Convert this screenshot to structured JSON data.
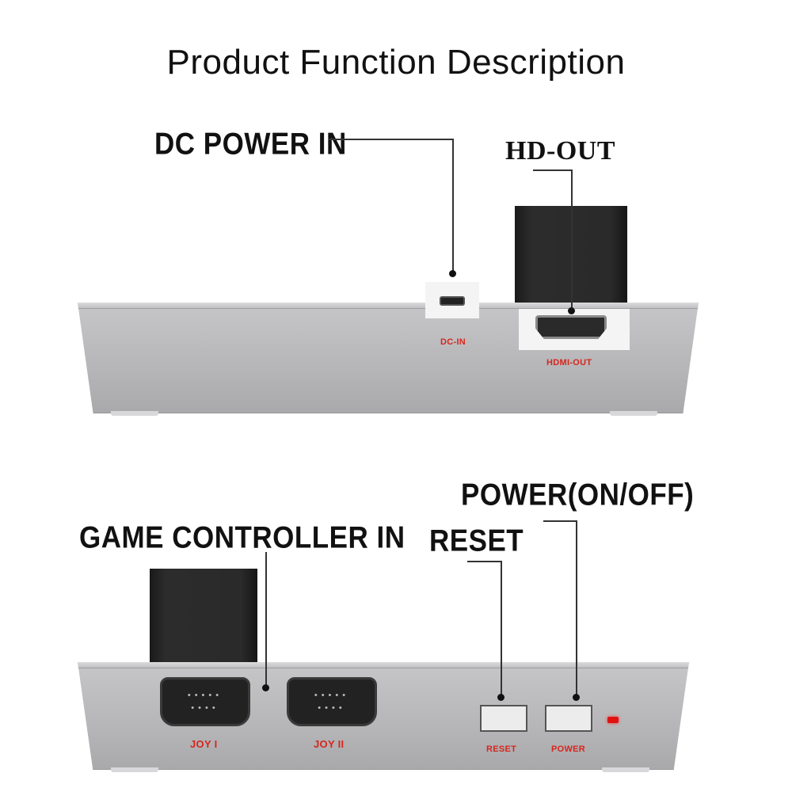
{
  "title": "Product Function Description",
  "top_panel": {
    "callouts": {
      "dc_power_in": "DC POWER IN",
      "hd_out": "HD-OUT"
    },
    "port_labels": {
      "dc_in": "DC-IN",
      "hdmi_out": "HDMI-OUT"
    }
  },
  "bottom_panel": {
    "callouts": {
      "game_controller_in": "GAME CONTROLLER IN",
      "power_on_off": "POWER(ON/OFF)",
      "reset": "RESET"
    },
    "port_labels": {
      "joy1": "JOY I",
      "joy2": "JOY II",
      "reset": "RESET",
      "power": "POWER"
    }
  },
  "colors": {
    "label_red": "#d6261e",
    "led_red": "#e01212",
    "console_gray": "#b6b6b8"
  }
}
